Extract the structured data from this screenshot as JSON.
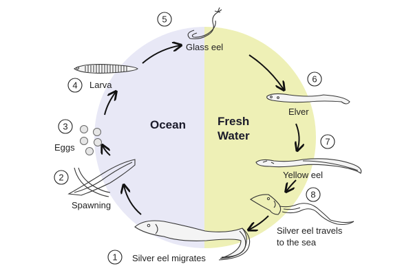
{
  "diagram": {
    "title": "Eel life cycle",
    "zones": {
      "left": {
        "label": "Ocean",
        "color": "#e8e8f6"
      },
      "right": {
        "label_line1": "Fresh",
        "label_line2": "Water",
        "color": "#eef0b6"
      }
    },
    "stages": [
      {
        "number": "1",
        "label": "Silver eel migrates"
      },
      {
        "number": "2",
        "label": "Spawning"
      },
      {
        "number": "3",
        "label": "Eggs"
      },
      {
        "number": "4",
        "label": "Larva"
      },
      {
        "number": "5",
        "label": "Glass eel"
      },
      {
        "number": "6",
        "label": "Elver"
      },
      {
        "number": "7",
        "label": "Yellow eel"
      },
      {
        "number": "8",
        "label_line1": "Silver eel travels",
        "label_line2": "to the sea"
      }
    ]
  }
}
